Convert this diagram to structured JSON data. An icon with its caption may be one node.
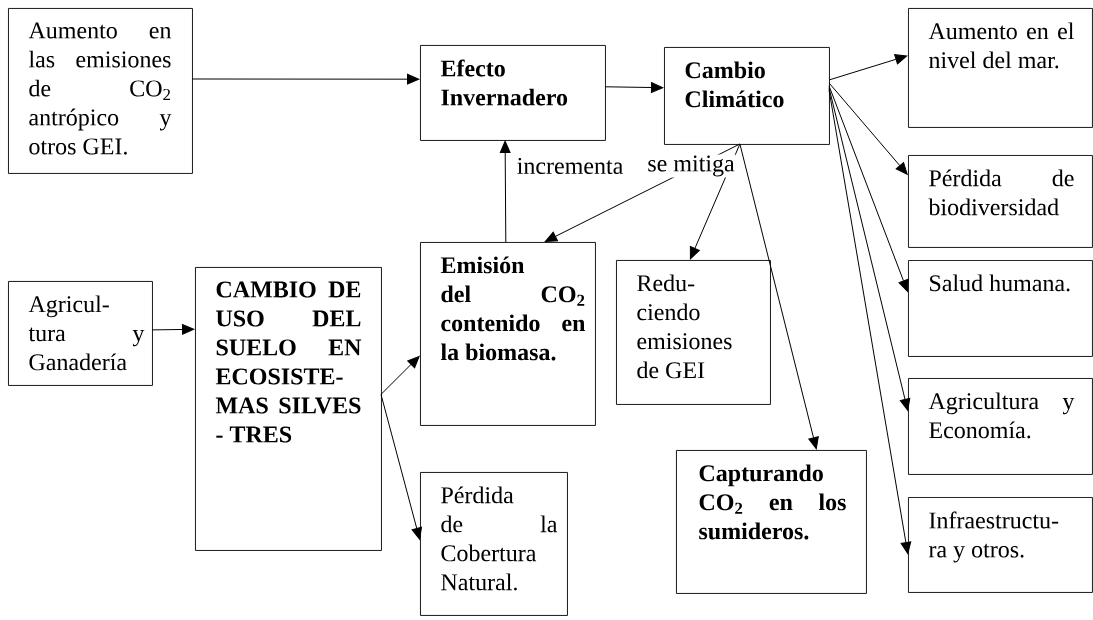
{
  "diagram": {
    "nodes": [
      {
        "text": [
          "Aumento en las emisiones de CO$_{2}$ antrópico y otros GEI."
        ]
      },
      {
        "text": [
          "Efecto Invernadero"
        ]
      },
      {
        "text": [
          "Cambio Climático"
        ]
      },
      {
        "text": [
          "Aumento en el nivel del mar."
        ]
      },
      {
        "text": [
          "Pérdida de biodiversidad"
        ]
      },
      {
        "text": [
          "Salud humana."
        ]
      },
      {
        "text": [
          "Agricultura y Economía."
        ]
      },
      {
        "text": [
          "Infraestructu- ra y otros."
        ]
      },
      {
        "text": [
          "Agricul- tura y Ganadería"
        ]
      },
      {
        "text": [
          "CAMBIO DE USO DEL SUELO EN ECOSISTE- MAS SILVES - TRES"
        ]
      },
      {
        "text": [
          "Emisión del CO$_{2}$ contenido en la biomasa."
        ]
      },
      {
        "text": [
          "Redu- ciendo emisiones de GEI"
        ]
      },
      {
        "text": [
          "Capturando CO$_{2}$ en los sumideros."
        ]
      },
      {
        "text": [
          "Pérdida de la Cobertura Natural."
        ]
      }
    ],
    "edges": [
      {
        "from": 0,
        "to": 1,
        "arrow": "to"
      },
      {
        "from": 1,
        "to": 2,
        "arrow": "to"
      },
      {
        "from": 2,
        "to": 3,
        "arrow": "to"
      },
      {
        "from": 2,
        "to": 4,
        "arrow": "to"
      },
      {
        "from": 2,
        "to": 5,
        "arrow": "to"
      },
      {
        "from": 2,
        "to": 6,
        "arrow": "to"
      },
      {
        "from": 2,
        "to": 7,
        "arrow": "to"
      },
      {
        "from": 10,
        "to": 1,
        "arrow": "to",
        "label": "incrementa"
      },
      {
        "from": 2,
        "to": 10,
        "arrow": "to"
      },
      {
        "from": 2,
        "to": 11,
        "arrow": "to",
        "label": "se mitiga"
      },
      {
        "from": 2,
        "to": 12,
        "arrow": "to"
      },
      {
        "from": 8,
        "to": 9,
        "arrow": "to"
      },
      {
        "from": 9,
        "to": 10,
        "arrow": "to"
      },
      {
        "from": 9,
        "to": 13,
        "arrow": "to"
      }
    ]
  }
}
